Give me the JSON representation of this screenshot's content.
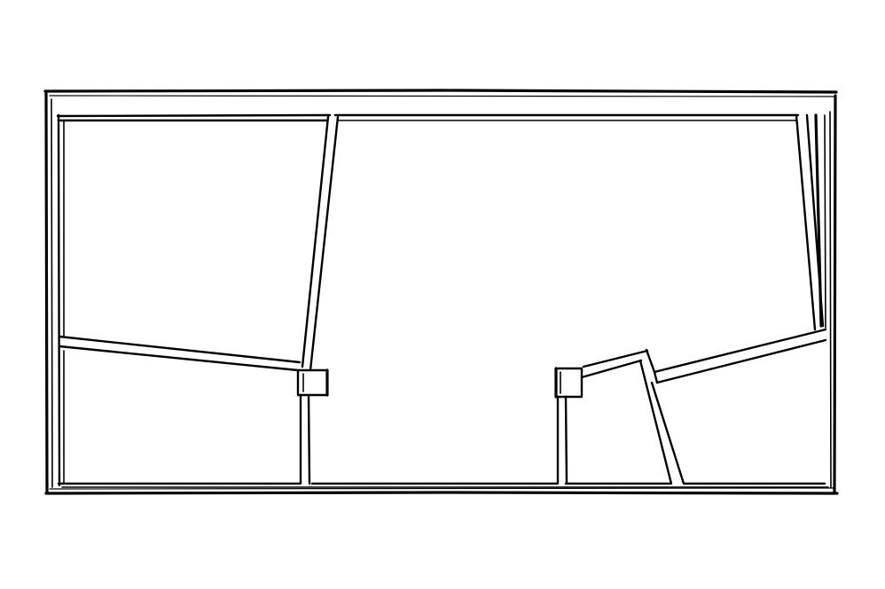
{
  "drawing": {
    "kind": "hand-sketched floor plan",
    "ink_color": "#000000",
    "paper_color": "#ffffff",
    "rooms": [
      "upper-left-room",
      "lower-left-room",
      "main-hall",
      "right-room",
      "lower-right-room"
    ],
    "openings": [
      "left-doorway",
      "right-doorway"
    ]
  }
}
